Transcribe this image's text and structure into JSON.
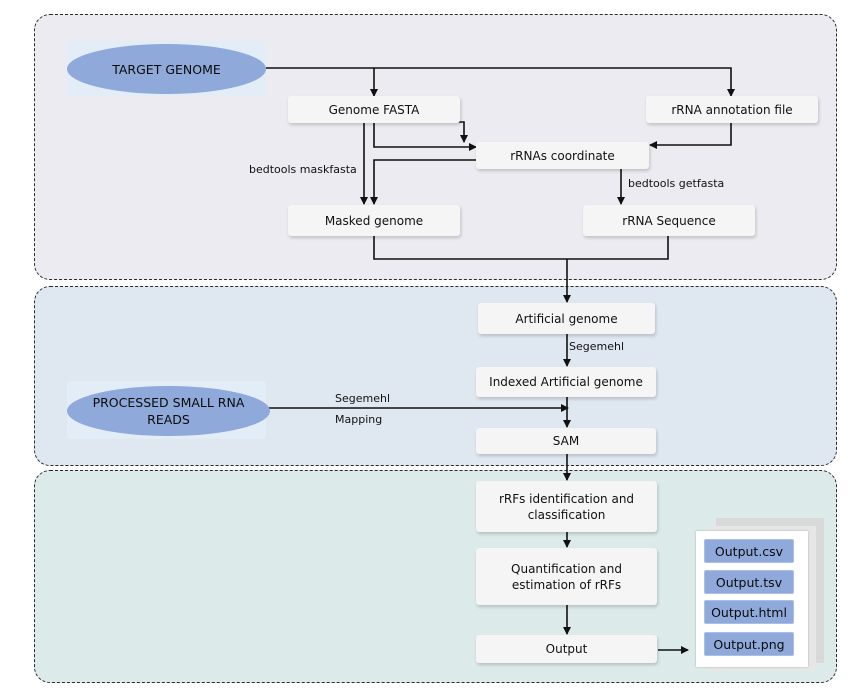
{
  "nodes": {
    "target_genome": "TARGET GENOME",
    "genome_fasta": "Genome FASTA",
    "rrna_annotation": "rRNA annotation file",
    "rrnas_coordinate": "rRNAs coordinate",
    "masked_genome": "Masked genome",
    "rrna_sequence": "rRNA Sequence",
    "artificial_genome": "Artificial genome",
    "indexed_artificial_genome": "Indexed Artificial genome",
    "processed_reads": "PROCESSED SMALL RNA READS",
    "sam": "SAM",
    "rrfs_identification": "rRFs identification and classification",
    "quantification": "Quantification and estimation of rRFs",
    "output": "Output"
  },
  "edge_labels": {
    "maskfasta": "bedtools maskfasta",
    "getfasta": "bedtools getfasta",
    "segemehl_index": "Segemehl",
    "segemehl_map": "Segemehl",
    "mapping": "Mapping"
  },
  "outputs": [
    "Output.csv",
    "Output.tsv",
    "Output.html",
    "Output.png"
  ]
}
